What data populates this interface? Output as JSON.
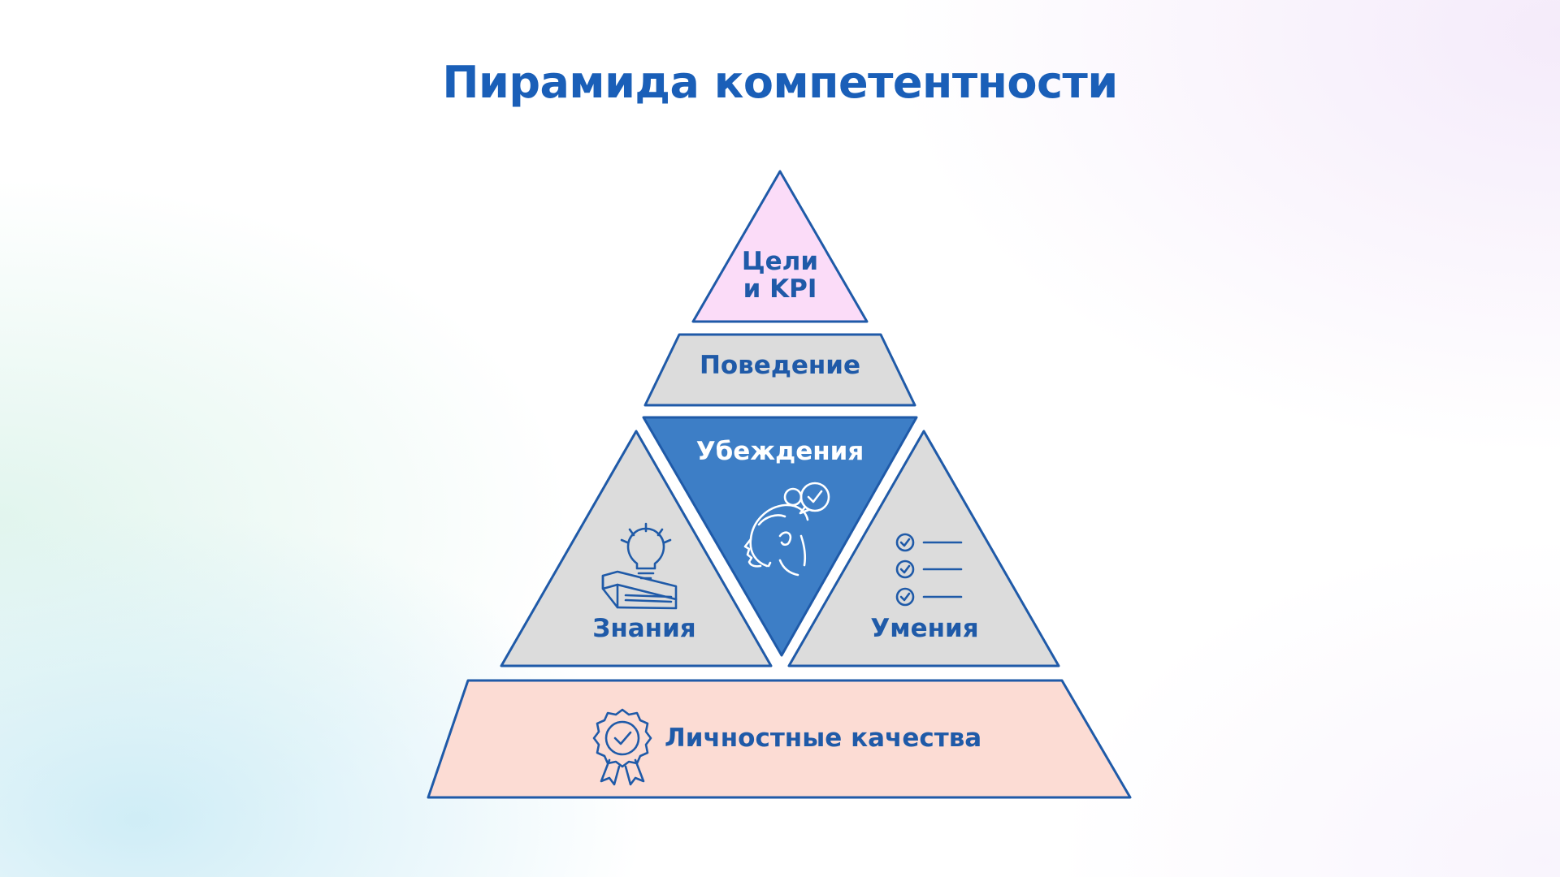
{
  "title": "Пирамида компетентности",
  "levels": {
    "goals": {
      "line1": "Цели",
      "line2": "и KPI",
      "icon": null
    },
    "behavior": {
      "label": "Поведение",
      "icon": null
    },
    "beliefs": {
      "label": "Убеждения",
      "icon": "person-with-checkmark-speech-bubble-icon"
    },
    "knowledge": {
      "label": "Знания",
      "icon": "lightbulb-on-book-icon"
    },
    "skills": {
      "label": "Умения",
      "icon": "checklist-icon"
    },
    "personal": {
      "label": "Личностные качества",
      "icon": "award-badge-icon"
    }
  },
  "colors": {
    "title": "#1a5fb8",
    "stroke": "#1f5aa8",
    "goals_fill": "#fbdcf8",
    "grey_fill": "#dcdcdc",
    "beliefs_fill": "#3d7ec6",
    "personal_fill": "#fcdcd4"
  }
}
